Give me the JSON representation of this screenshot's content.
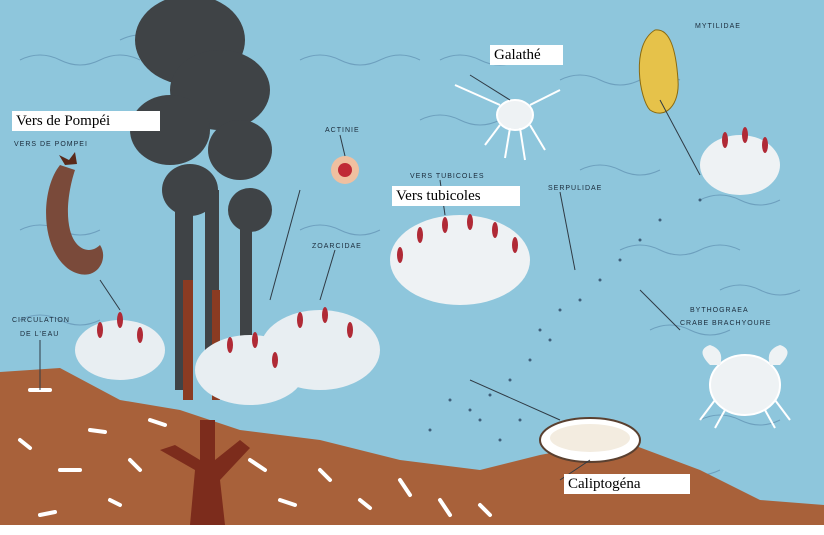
{
  "labels": {
    "vers_de_pompei": "Vers de Pompéi",
    "galathe": "Galathé",
    "vers_tubicoles": "Vers tubicoles",
    "caliptogena": "Caliptogéna"
  },
  "small_labels": {
    "mytilidae": "MYTILIDAE",
    "actinie": "ACTINIE",
    "vers_de_pompei_caption": "VERS DE POMPEI",
    "vers_tubicoles_caption": "VERS TUBICOLES",
    "serpulidae": "SERPULIDAE",
    "zoarcidae": "ZOARCIDAE",
    "circulation": "CIRCULATION",
    "de_l_eau": "DE L'EAU",
    "bythograea": "BYTHOGRAEA",
    "crabe": "CRABE BRACHYOURE"
  },
  "colors": {
    "water": "#8ec6dc",
    "sediment": "#a8613a",
    "smoke": "#3f4346",
    "worm_tip": "#b02a36",
    "wave_line": "#5f8fb0"
  }
}
